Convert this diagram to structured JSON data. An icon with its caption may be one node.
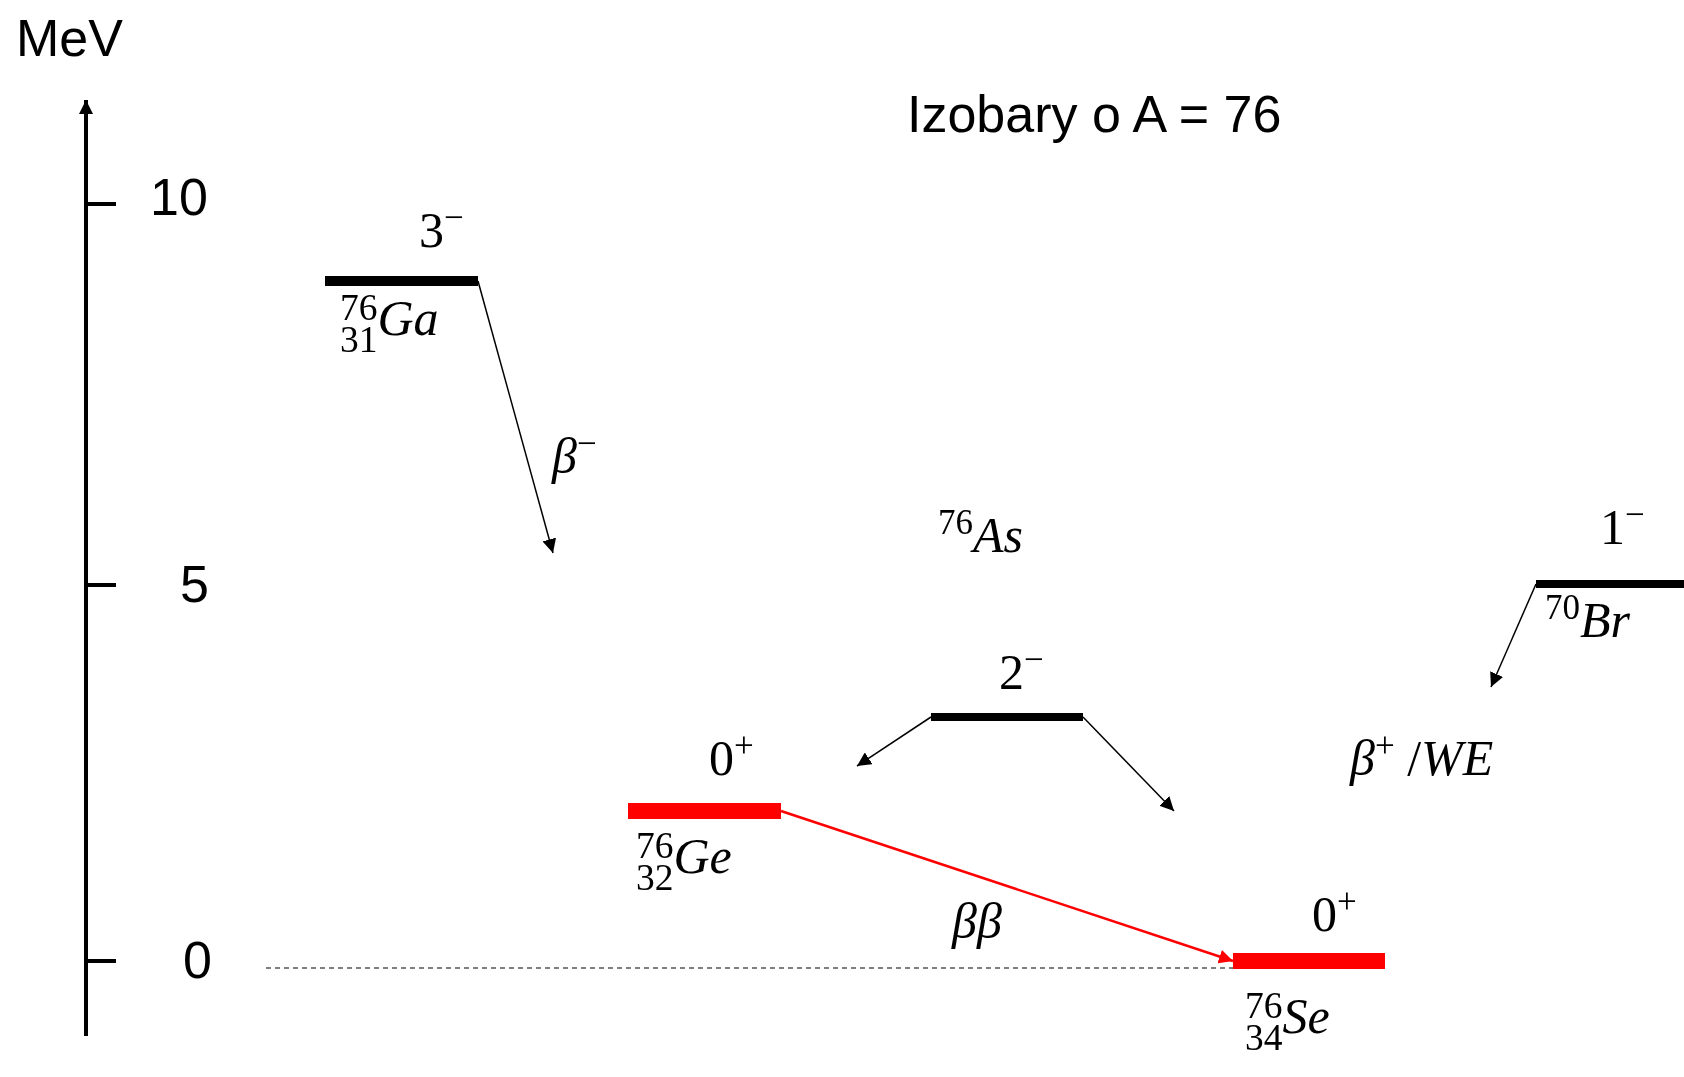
{
  "diagram": {
    "title": "Izobary o A = 76",
    "nodes": [
      {
        "text": [
          "3$^{−}$",
          "$^{76}$$_{31}$*Ga*"
        ]
      },
      {
        "text": [
          "0$^{+}$",
          "$^{76}$$_{32}$*Ge*"
        ]
      },
      {
        "text": [
          "$^{76}$*As*",
          "2$^{−}$"
        ]
      },
      {
        "text": [
          "0$^{+}$",
          "$^{76}$$_{34}$*Se*"
        ]
      },
      {
        "text": [
          "1$^{−}$",
          "$^{70}$*Br*"
        ]
      }
    ],
    "edges": [
      {
        "from": 0,
        "to": null,
        "arrow": "to",
        "label": "*β*$^{−}$"
      },
      {
        "from": 2,
        "to": null,
        "arrow": "to"
      },
      {
        "from": 2,
        "to": null,
        "arrow": "to"
      },
      {
        "from": 1,
        "to": 3,
        "arrow": "to",
        "label": "*ββ*",
        "color": "#ff0000"
      },
      {
        "from": 4,
        "to": null,
        "arrow": "to",
        "label": "*β*$^{+}$ /*WE*"
      }
    ],
    "labels": [
      "MeV",
      "10",
      "5",
      "0"
    ]
  }
}
